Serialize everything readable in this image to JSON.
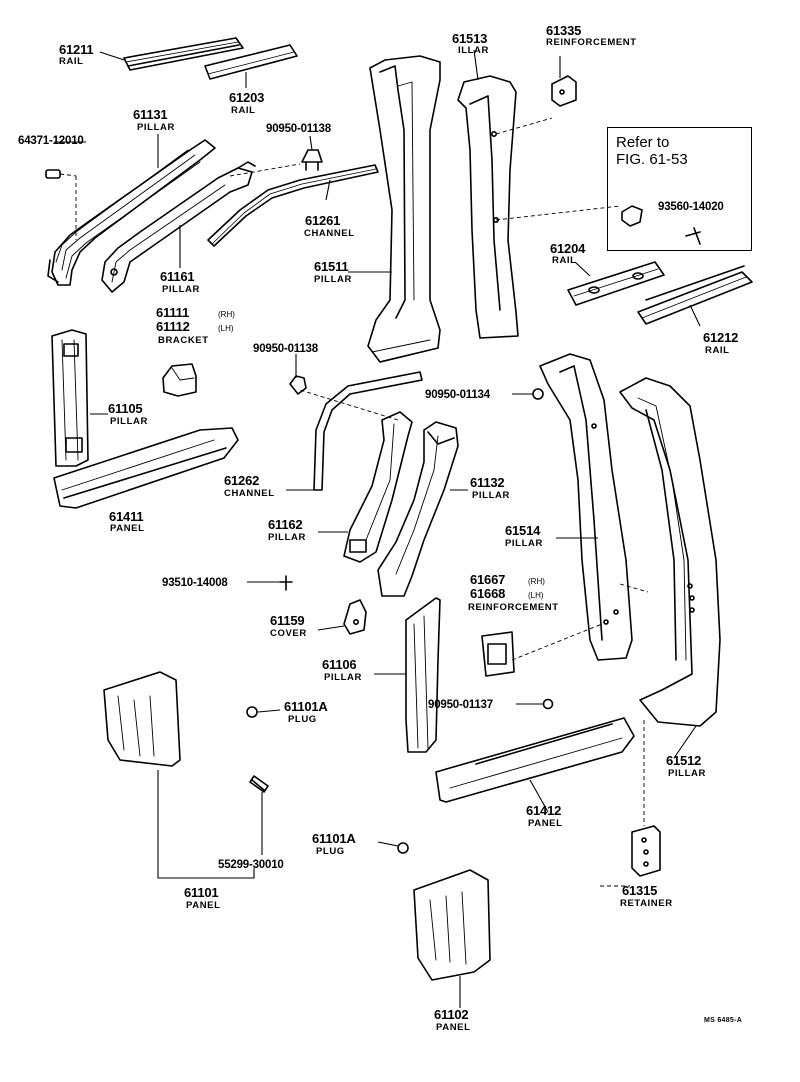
{
  "parts": [
    {
      "num": "61211",
      "name": "RAIL"
    },
    {
      "num": "61203",
      "name": "RAIL"
    },
    {
      "num": "61131",
      "name": "PILLAR"
    },
    {
      "num": "64371-12010",
      "name": ""
    },
    {
      "num": "90950-01138",
      "name": ""
    },
    {
      "num": "61261",
      "name": "CHANNEL"
    },
    {
      "num": "61161",
      "name": "PILLAR"
    },
    {
      "num": "61513",
      "name": "ILLAR"
    },
    {
      "num": "61335",
      "name": "REINFORCEMENT"
    },
    {
      "num": "61511",
      "name": "PILLAR"
    },
    {
      "num": "93560-14020",
      "name": ""
    },
    {
      "num": "61204",
      "name": "RAIL"
    },
    {
      "num": "61212",
      "name": "RAIL"
    },
    {
      "num": "90950-01138",
      "name": ""
    },
    {
      "num": "61105",
      "name": "PILLAR"
    },
    {
      "num": "61411",
      "name": "PANEL"
    },
    {
      "num": "90950-01134",
      "name": ""
    },
    {
      "num": "61262",
      "name": "CHANNEL"
    },
    {
      "num": "61132",
      "name": "PILLAR"
    },
    {
      "num": "61162",
      "name": "PILLAR"
    },
    {
      "num": "61514",
      "name": "PILLAR"
    },
    {
      "num": "93510-14008",
      "name": ""
    },
    {
      "num": "61159",
      "name": "COVER"
    },
    {
      "num": "61106",
      "name": "PILLAR"
    },
    {
      "num": "61101A",
      "name": "PLUG"
    },
    {
      "num": "90950-01137",
      "name": ""
    },
    {
      "num": "61412",
      "name": "PANEL"
    },
    {
      "num": "61512",
      "name": "PILLAR"
    },
    {
      "num": "61101A",
      "name": "PLUG"
    },
    {
      "num": "55299-30010",
      "name": ""
    },
    {
      "num": "61101",
      "name": "PANEL"
    },
    {
      "num": "61315",
      "name": "RETAINER"
    },
    {
      "num": "61102",
      "name": "PANEL"
    }
  ],
  "bracket": {
    "num1": "61111",
    "tag1": "(RH)",
    "num2": "61112",
    "tag2": "(LH)",
    "name": "BRACKET"
  },
  "reinf": {
    "num1": "61667",
    "tag1": "(RH)",
    "num2": "61668",
    "tag2": "(LH)",
    "name": "REINFORCEMENT"
  },
  "ref_box": {
    "line1": "Refer to",
    "line2": "FIG. 61-53"
  },
  "drawing_code": "MS 6485-A"
}
